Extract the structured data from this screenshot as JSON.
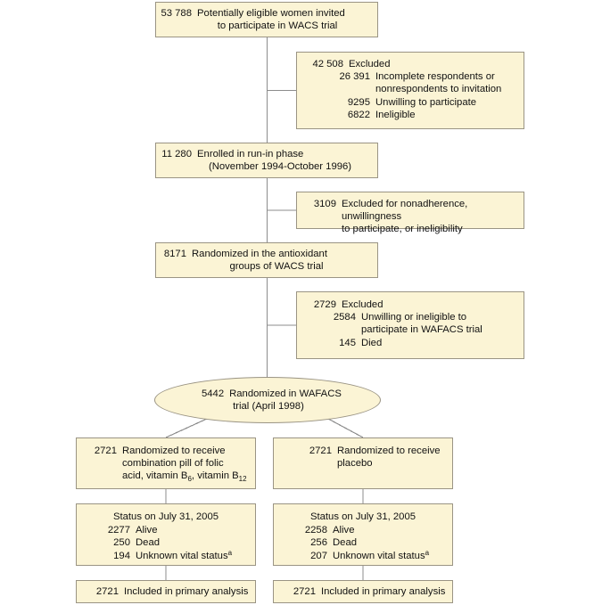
{
  "figure": {
    "type": "flow-diagram",
    "title": "WAFACS trial participant flow diagram",
    "colors": {
      "node_fill": "#FBF4D5",
      "node_border": "#9A9484",
      "connector": "#8C8C8C",
      "text": "#111111"
    },
    "footnote_marker": "a"
  },
  "nodes": {
    "invited": {
      "count": "53 788",
      "line1": "Potentially eligible women invited",
      "line2": "to participate in WACS trial"
    },
    "excluded_1": {
      "count": "42 508",
      "label": "Excluded",
      "items": [
        {
          "count": "26 391",
          "label": "Incomplete respondents or",
          "label2": "nonrespondents to invitation"
        },
        {
          "count": "9295",
          "label": "Unwilling to participate"
        },
        {
          "count": "6822",
          "label": "Ineligible"
        }
      ]
    },
    "run_in": {
      "count": "11 280",
      "line1": "Enrolled in run-in phase",
      "line2": "(November 1994-October 1996)"
    },
    "excluded_2": {
      "count": "3109",
      "line1": "Excluded for nonadherence, unwillingness",
      "line2": "to participate, or ineligibility"
    },
    "randomized_wacs": {
      "count": "8171",
      "line1": "Randomized in the antioxidant",
      "line2": "groups of WACS trial"
    },
    "excluded_3": {
      "count": "2729",
      "label": "Excluded",
      "items": [
        {
          "count": "2584",
          "label": "Unwilling or ineligible to",
          "label2": "participate in WAFACS trial"
        },
        {
          "count": "145",
          "label": "Died"
        }
      ]
    },
    "randomized_wafacs": {
      "count": "5442",
      "line1": "Randomized in WAFACS",
      "line2": "trial (April 1998)"
    },
    "arm_treatment": {
      "count": "2721",
      "line1": "Randomized to receive",
      "line2": "combination pill of folic",
      "line3_a": "acid, vitamin B",
      "line3_sub1": "6",
      "line3_b": ", vitamin B",
      "line3_sub2": "12"
    },
    "arm_placebo": {
      "count": "2721",
      "line1": "Randomized to receive",
      "line2": "placebo"
    },
    "status_treatment": {
      "header": "Status on July 31, 2005",
      "rows": [
        {
          "count": "2277",
          "label": "Alive"
        },
        {
          "count": "250",
          "label": "Dead"
        },
        {
          "count": "194",
          "label": "Unknown vital status",
          "note": "a"
        }
      ]
    },
    "status_placebo": {
      "header": "Status on July 31, 2005",
      "rows": [
        {
          "count": "2258",
          "label": "Alive"
        },
        {
          "count": "256",
          "label": "Dead"
        },
        {
          "count": "207",
          "label": "Unknown vital status",
          "note": "a"
        }
      ]
    },
    "final_treatment": {
      "count": "2721",
      "label": "Included in primary analysis"
    },
    "final_placebo": {
      "count": "2721",
      "label": "Included in primary analysis"
    }
  }
}
